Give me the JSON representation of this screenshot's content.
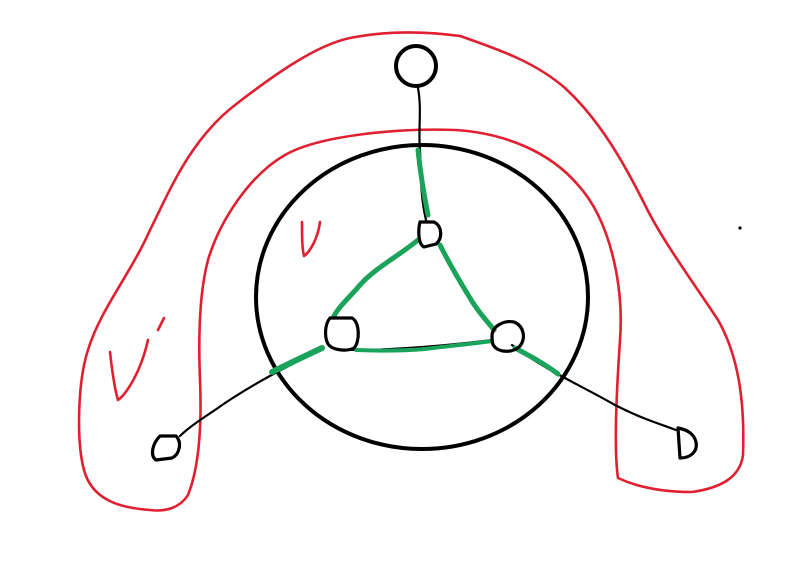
{
  "labels": {
    "inner_set": "U",
    "outer_set": "U'"
  },
  "colors": {
    "background": "#ffffff",
    "ink": "#000000",
    "set_boundary": "#e02030",
    "highlighted_edges": "#1aa35a"
  },
  "graph": {
    "vertices": [
      "top",
      "tri-top",
      "tri-left",
      "tri-right",
      "outer-left",
      "outer-right"
    ],
    "edges": [
      {
        "from": "top",
        "to": "tri-top",
        "highlighted": true
      },
      {
        "from": "tri-top",
        "to": "tri-left",
        "highlighted": true
      },
      {
        "from": "tri-top",
        "to": "tri-right",
        "highlighted": true
      },
      {
        "from": "tri-left",
        "to": "tri-right",
        "highlighted": true
      },
      {
        "from": "tri-left",
        "to": "outer-left",
        "highlighted": true
      },
      {
        "from": "tri-right",
        "to": "outer-right",
        "highlighted": true
      }
    ]
  }
}
